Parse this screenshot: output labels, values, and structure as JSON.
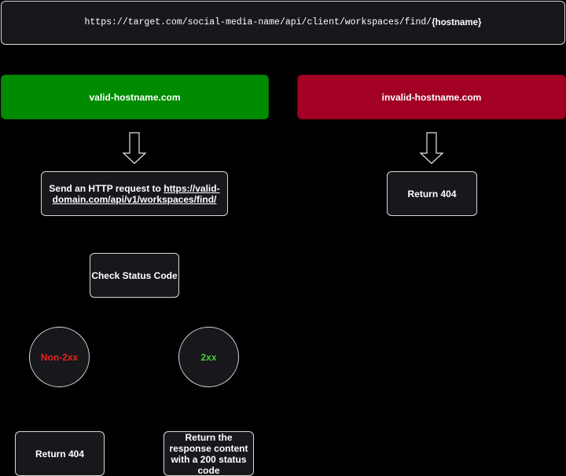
{
  "url_bar": {
    "url": "https://target.com/social-media-name/api/client/workspaces/find/",
    "param": "{hostname}"
  },
  "branches": {
    "valid": {
      "label": "valid-hostname.com",
      "color": "#008c00"
    },
    "invalid": {
      "label": "invalid-hostname.com",
      "color": "#a20025"
    }
  },
  "valid_flow": {
    "send_request_prefix": "Send an HTTP request to ",
    "send_request_link": "https://valid-domain.com/api/v1/workspaces/find/",
    "check_status": "Check Status Code",
    "non_2xx": {
      "label": "Non-2xx",
      "color": "#e0261f"
    },
    "ok_2xx": {
      "label": "2xx",
      "color": "#4ccc3d"
    },
    "non_2xx_result": "Return 404",
    "ok_2xx_result": "Return the response content with a 200 status code"
  },
  "invalid_flow": {
    "result": "Return 404"
  },
  "arrow_icon": "hollow-down-arrow-icon"
}
